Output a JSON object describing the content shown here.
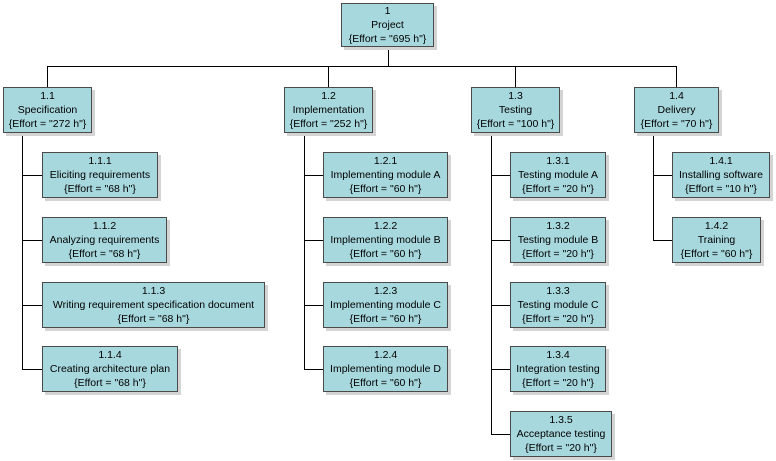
{
  "diagram": {
    "colors": {
      "box_fill": "#a7d8de",
      "box_border": "#4a4a4a",
      "connector": "#000000",
      "shadow": "#d4d4d4"
    },
    "nodes": {
      "n1": {
        "id": "1",
        "name": "Project",
        "effort": "{Effort = \"695 h\"}"
      },
      "n11": {
        "id": "1.1",
        "name": "Specification",
        "effort": "{Effort = \"272 h\"}"
      },
      "n12": {
        "id": "1.2",
        "name": "Implementation",
        "effort": "{Effort = \"252 h\"}"
      },
      "n13": {
        "id": "1.3",
        "name": "Testing",
        "effort": "{Effort = \"100 h\"}"
      },
      "n14": {
        "id": "1.4",
        "name": "Delivery",
        "effort": "{Effort = \"70 h\"}"
      },
      "n111": {
        "id": "1.1.1",
        "name": "Eliciting requirements",
        "effort": "{Effort = \"68 h\"}"
      },
      "n112": {
        "id": "1.1.2",
        "name": "Analyzing requirements",
        "effort": "{Effort = \"68 h\"}"
      },
      "n113": {
        "id": "1.1.3",
        "name": "Writing requirement specification document",
        "effort": "{Effort = \"68 h\"}"
      },
      "n114": {
        "id": "1.1.4",
        "name": "Creating architecture plan",
        "effort": "{Effort = \"68 h\"}"
      },
      "n121": {
        "id": "1.2.1",
        "name": "Implementing module A",
        "effort": "{Effort = \"60 h\"}"
      },
      "n122": {
        "id": "1.2.2",
        "name": "Implementing module B",
        "effort": "{Effort = \"60 h\"}"
      },
      "n123": {
        "id": "1.2.3",
        "name": "Implementing module C",
        "effort": "{Effort = \"60 h\"}"
      },
      "n124": {
        "id": "1.2.4",
        "name": "Implementing module D",
        "effort": "{Effort = \"60 h\"}"
      },
      "n131": {
        "id": "1.3.1",
        "name": "Testing module A",
        "effort": "{Effort = \"20 h\"}"
      },
      "n132": {
        "id": "1.3.2",
        "name": "Testing module B",
        "effort": "{Effort = \"20 h\"}"
      },
      "n133": {
        "id": "1.3.3",
        "name": "Testing module C",
        "effort": "{Effort = \"20 h\"}"
      },
      "n134": {
        "id": "1.3.4",
        "name": "Integration testing",
        "effort": "{Effort = \"20 h\"}"
      },
      "n135": {
        "id": "1.3.5",
        "name": "Acceptance testing",
        "effort": "{Effort = \"20 h\"}"
      },
      "n141": {
        "id": "1.4.1",
        "name": "Installing software",
        "effort": "{Effort = \"10 h\"}"
      },
      "n142": {
        "id": "1.4.2",
        "name": "Training",
        "effort": "{Effort = \"60 h\"}"
      }
    }
  }
}
